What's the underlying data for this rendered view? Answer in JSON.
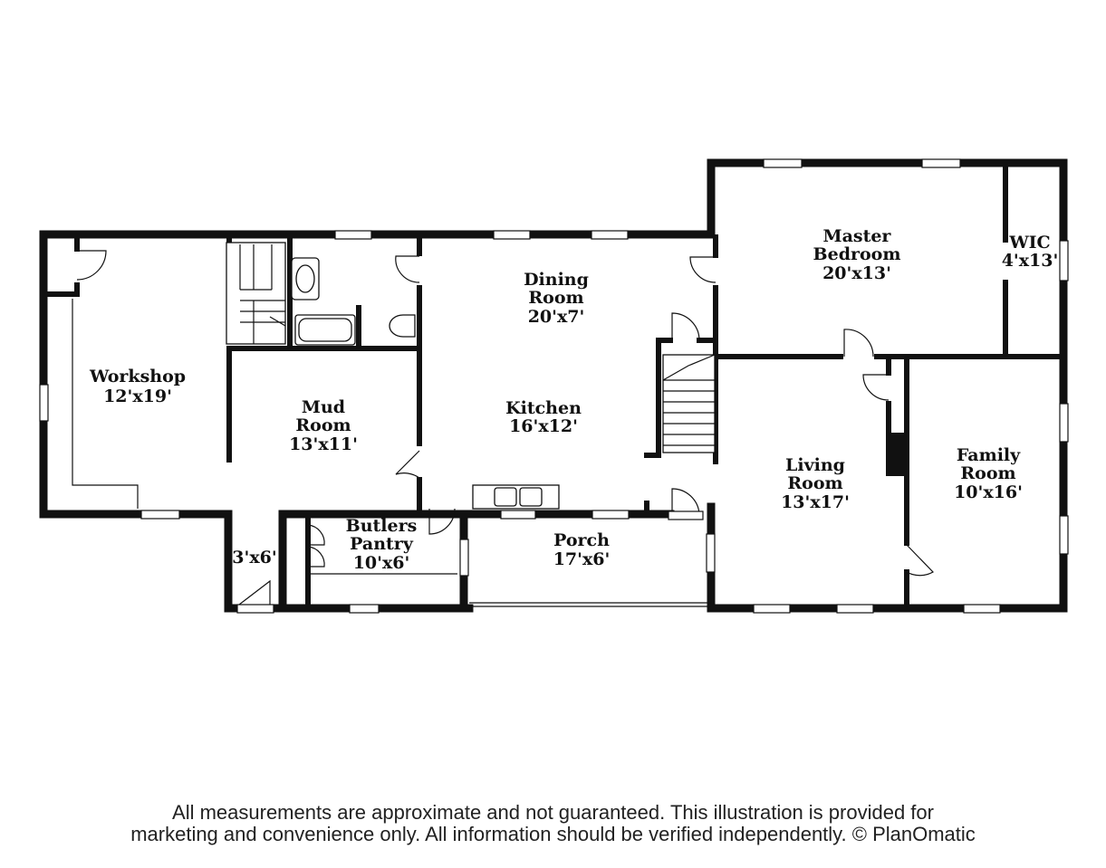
{
  "rooms": {
    "workshop": {
      "name": "Workshop",
      "size": "12'x19'"
    },
    "mud_room": {
      "name_line1": "Mud",
      "name_line2": "Room",
      "size": "13'x11'"
    },
    "dining_room": {
      "name_line1": "Dining",
      "name_line2": "Room",
      "size": "20'x7'"
    },
    "kitchen": {
      "name": "Kitchen",
      "size": "16'x12'"
    },
    "master_bedroom": {
      "name_line1": "Master",
      "name_line2": "Bedroom",
      "size": "20'x13'"
    },
    "wic": {
      "name": "WIC",
      "size": "4'x13'"
    },
    "living_room": {
      "name_line1": "Living",
      "name_line2": "Room",
      "size": "13'x17'"
    },
    "family_room": {
      "name_line1": "Family",
      "name_line2": "Room",
      "size": "10'x16'"
    },
    "butlers_pantry": {
      "name_line1": "Butlers",
      "name_line2": "Pantry",
      "size": "10'x6'"
    },
    "porch": {
      "name": "Porch",
      "size": "17'x6'"
    },
    "entry": {
      "size": "3'x6'"
    }
  },
  "disclaimer": {
    "line1": "All measurements are approximate and not guaranteed. This illustration is provided for",
    "line2": "marketing and convenience only. All information should be verified independently. © PlanOmatic"
  }
}
